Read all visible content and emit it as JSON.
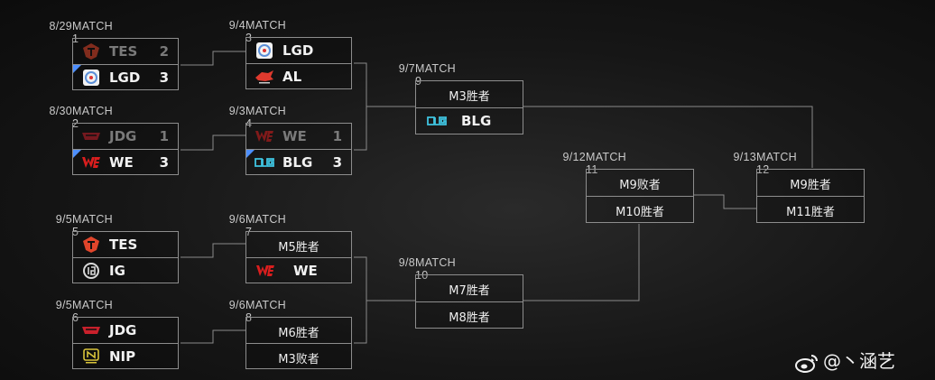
{
  "matches": {
    "m1": {
      "id": "MATCH 1",
      "date": "8/29",
      "t1": {
        "name": "TES",
        "score": "2"
      },
      "t2": {
        "name": "LGD",
        "score": "3"
      }
    },
    "m2": {
      "id": "MATCH 2",
      "date": "8/30",
      "t1": {
        "name": "JDG",
        "score": "1"
      },
      "t2": {
        "name": "WE",
        "score": "3"
      }
    },
    "m3": {
      "id": "MATCH 3",
      "date": "9/4",
      "t1": {
        "name": "LGD"
      },
      "t2": {
        "name": "AL"
      }
    },
    "m4": {
      "id": "MATCH 4",
      "date": "9/3",
      "t1": {
        "name": "WE",
        "score": "1"
      },
      "t2": {
        "name": "BLG",
        "score": "3"
      }
    },
    "m5": {
      "id": "MATCH 5",
      "date": "9/5",
      "t1": {
        "name": "TES"
      },
      "t2": {
        "name": "IG"
      }
    },
    "m6": {
      "id": "MATCH 6",
      "date": "9/5",
      "t1": {
        "name": "JDG"
      },
      "t2": {
        "name": "NIP"
      }
    },
    "m7": {
      "id": "MATCH 7",
      "date": "9/6",
      "t1": {
        "name": "M5胜者"
      },
      "t2": {
        "name": "WE"
      }
    },
    "m8": {
      "id": "MATCH 8",
      "date": "9/6",
      "t1": {
        "name": "M6胜者"
      },
      "t2": {
        "name": "M3败者"
      }
    },
    "m9": {
      "id": "MATCH 9",
      "date": "9/7",
      "t1": {
        "name": "M3胜者"
      },
      "t2": {
        "name": "BLG"
      }
    },
    "m10": {
      "id": "MATCH 10",
      "date": "9/8",
      "t1": {
        "name": "M7胜者"
      },
      "t2": {
        "name": "M8胜者"
      }
    },
    "m11": {
      "id": "MATCH 11",
      "date": "9/12",
      "t1": {
        "name": "M9败者"
      },
      "t2": {
        "name": "M10胜者"
      }
    },
    "m12": {
      "id": "MATCH 12",
      "date": "9/13",
      "t1": {
        "name": "M9胜者"
      },
      "t2": {
        "name": "M11胜者"
      }
    }
  },
  "watermark": {
    "text": "@丶涵艺"
  },
  "colors": {
    "win_marker": "#4d8fff",
    "TES": "#e0452b",
    "LGD": "#5b8fd8",
    "JDG": "#c8202b",
    "WE": "#d91e1e",
    "AL": "#e03a2e",
    "BLG": "#3fc4e0",
    "IG": "#d8d8d8",
    "NIP": "#d8c33a"
  }
}
